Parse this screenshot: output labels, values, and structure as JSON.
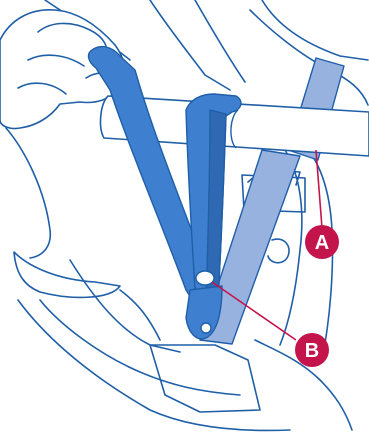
{
  "illustration": {
    "subject": "strap-routing-detail"
  },
  "callouts": [
    {
      "id": "a",
      "label": "A"
    },
    {
      "id": "b",
      "label": "B"
    }
  ],
  "colors": {
    "outline": "#1f5fa8",
    "strap_dark": "#3f7fcf",
    "strap_dark_shadow": "#2f69b3",
    "strap_light": "#98b2e0",
    "callout": "#c4144c",
    "background": "#ffffff"
  }
}
